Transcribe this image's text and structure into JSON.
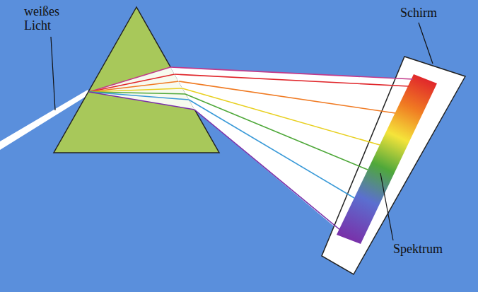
{
  "diagram": {
    "labels": [
      "weißes Licht",
      "Schirm",
      "Spektrum"
    ]
  }
}
